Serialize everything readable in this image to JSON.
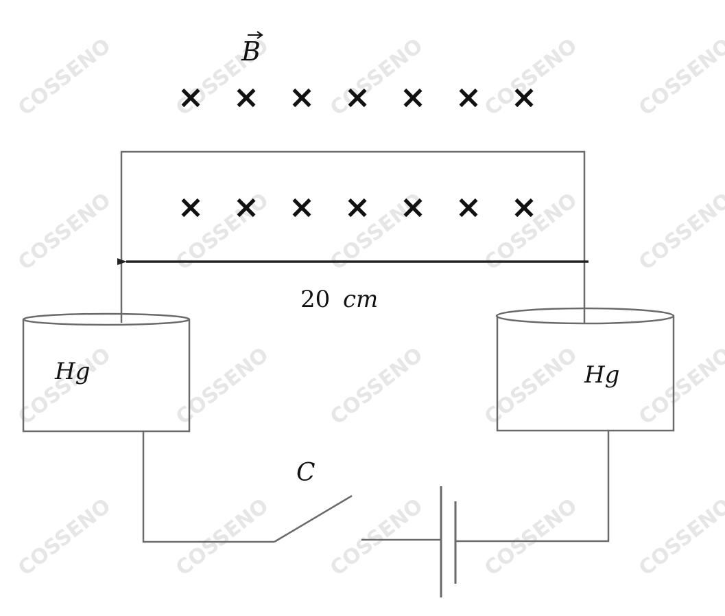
{
  "labels": {
    "field": "B",
    "length_number": "20",
    "length_unit": "cm",
    "left_cup": "Hg",
    "right_cup": "Hg",
    "switch": "C"
  },
  "watermark": "COSSENO",
  "field_symbol": "×",
  "field_rows": 2,
  "field_per_row": 7,
  "colors": {
    "wire": "#6a6a6a",
    "text": "#111111",
    "watermark": "#e6e6e6"
  }
}
